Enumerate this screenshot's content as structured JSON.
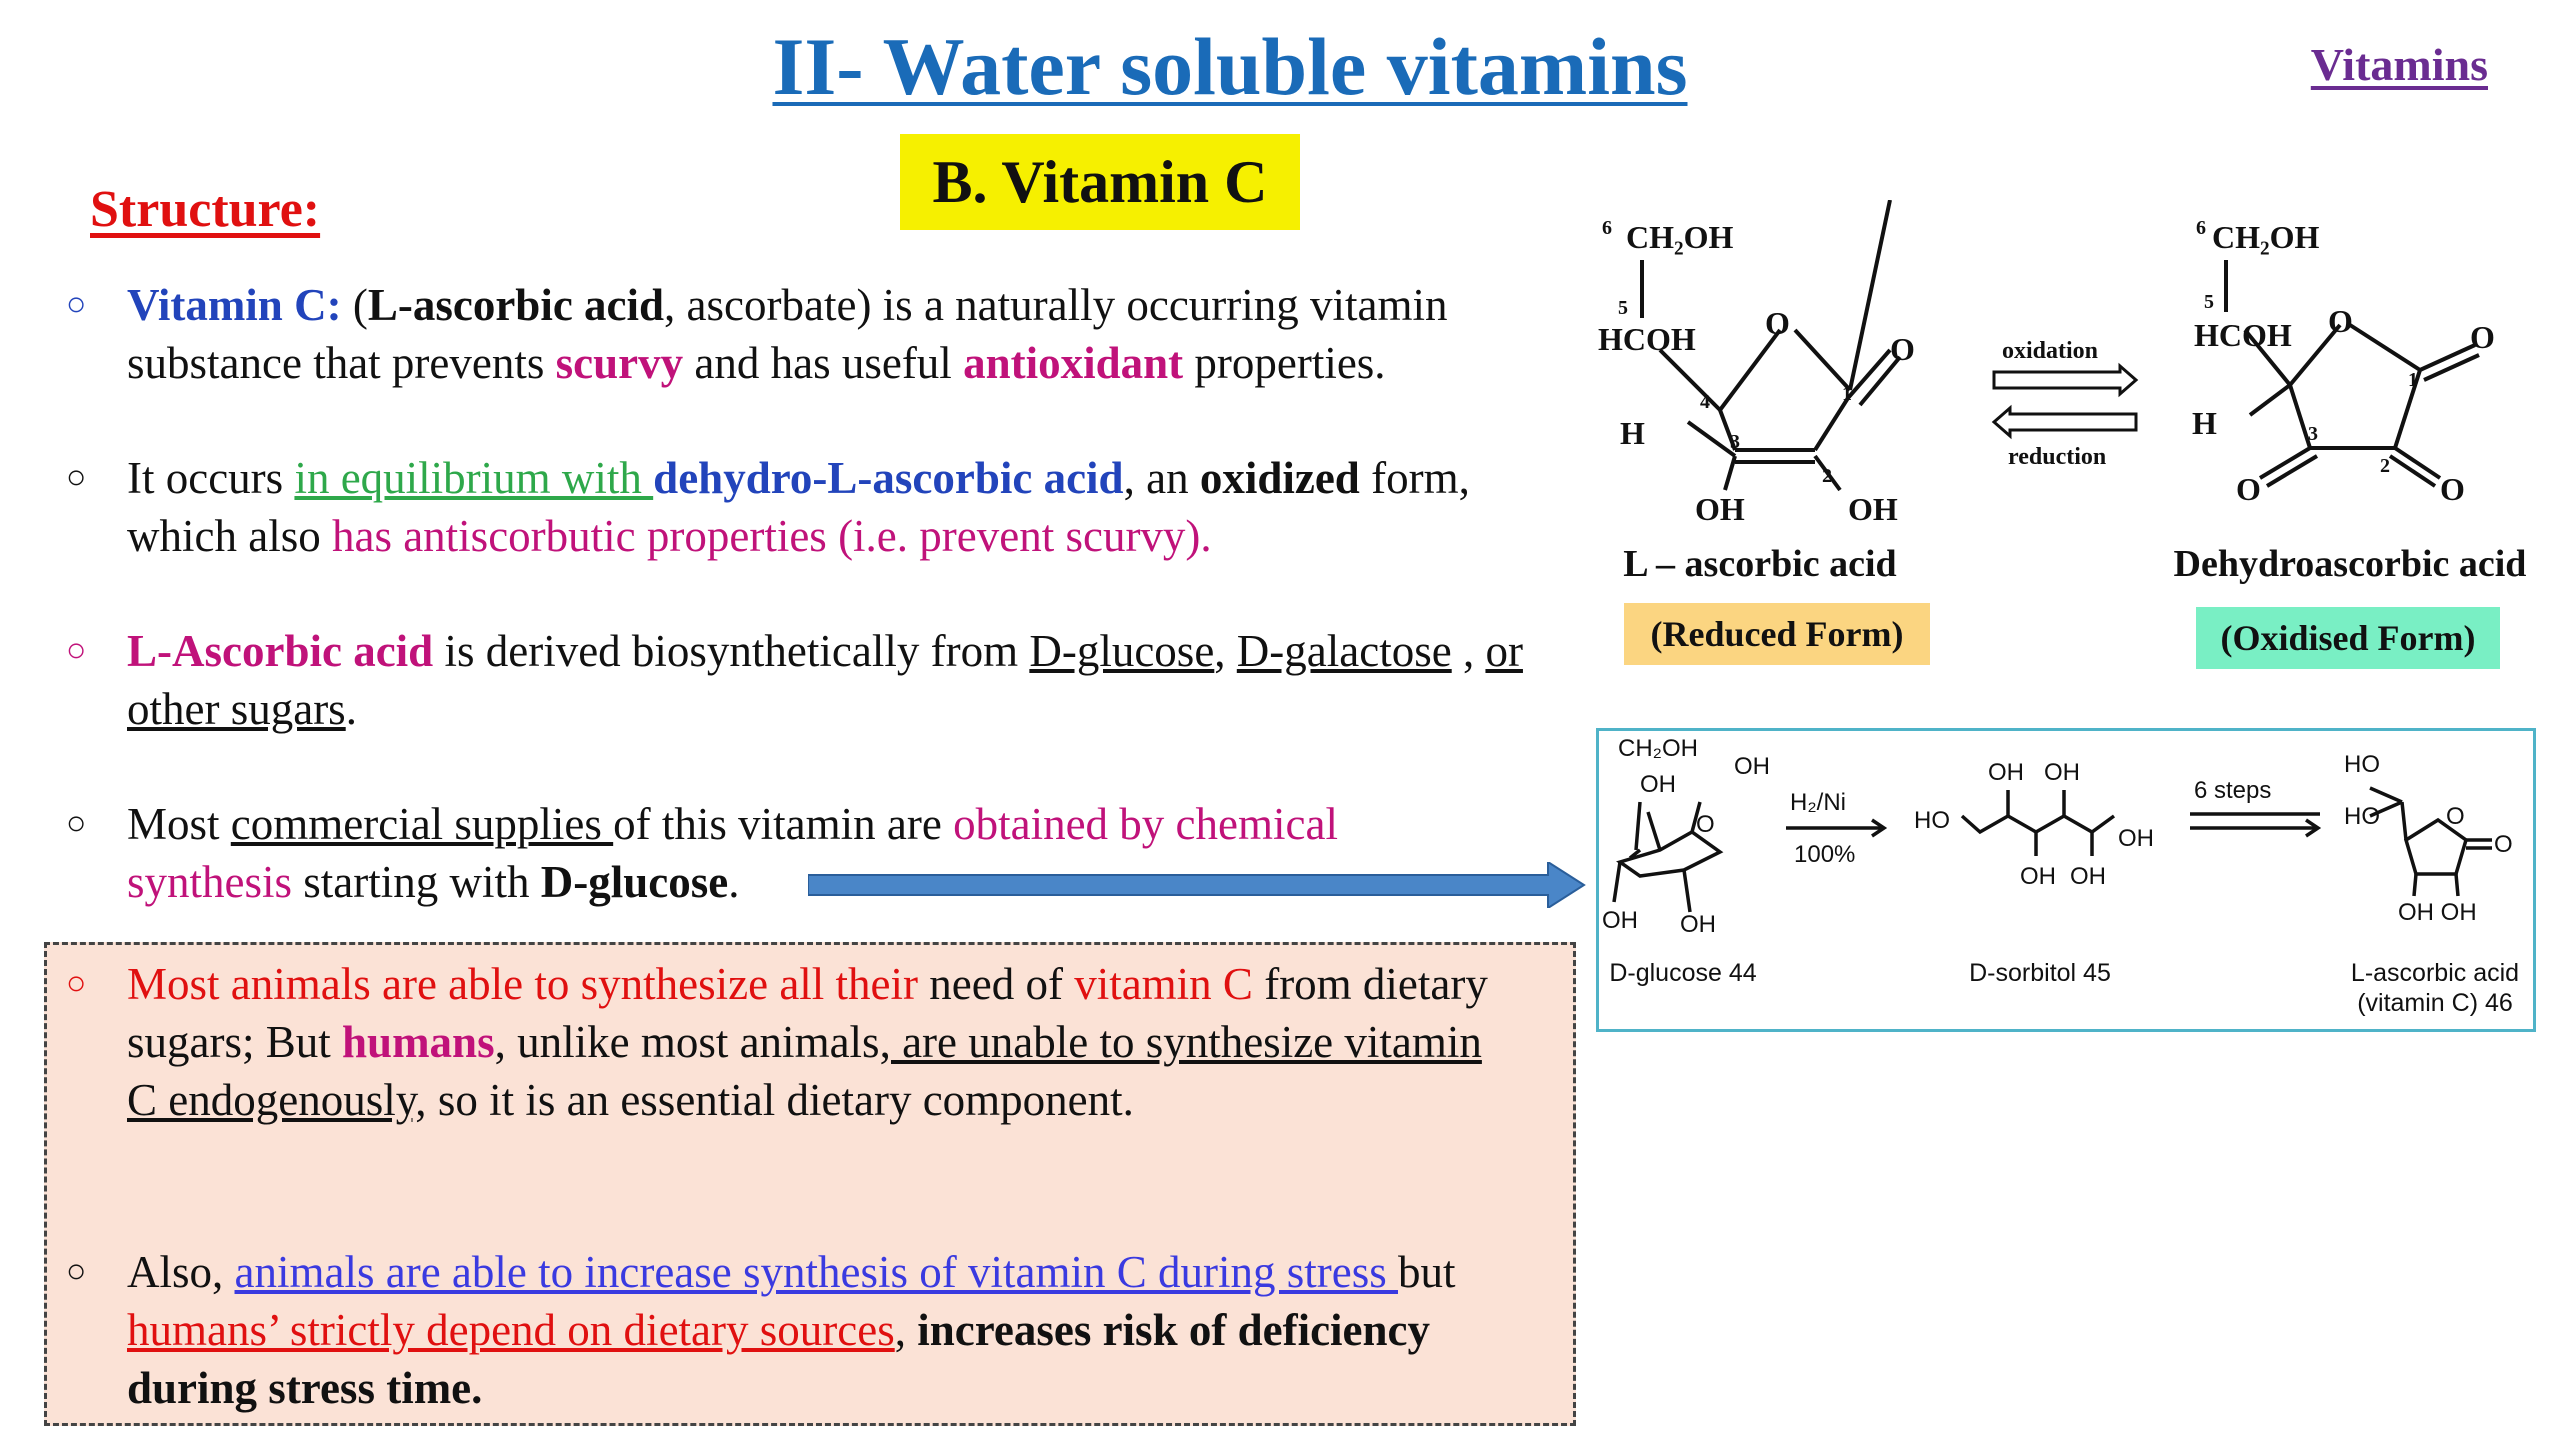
{
  "header": {
    "title": "II- Water soluble vitamins",
    "nav_link": "Vitamins",
    "subtitle": "B. Vitamin C"
  },
  "section_heading": "Structure:",
  "bullets": [
    {
      "p1": "Vitamin C:",
      "p2": " (",
      "p3": "L-ascorbic acid",
      "p4": ",  ascorbate) is a naturally occurring vitamin substance that prevents ",
      "p5": "scurvy",
      "p6": " and has useful ",
      "p7": "antioxidant",
      "p8": " properties."
    },
    {
      "p1": "It occurs ",
      "p2": "in equilibrium with ",
      "p3": "dehydro-L-ascorbic acid",
      "p4": ", an ",
      "p5": "oxidized",
      "p6": " form, which also ",
      "p7": "has antiscorbutic properties (i.e. prevent scurvy)."
    },
    {
      "p1": "L-Ascorbic acid",
      "p2": " is derived biosynthetically from ",
      "p3": "D-glucose",
      "p4": ", ",
      "p5": "D-galactose",
      "p6": " , ",
      "p7": "or other sugars",
      "p8": "."
    },
    {
      "p1": "Most ",
      "p2": "commercial supplies ",
      "p3": "of this vitamin are ",
      "p4": "obtained by chemical synthesis",
      "p5": " starting with ",
      "p6": "D-glucose",
      "p7": "."
    }
  ],
  "box_bullets": [
    {
      "p1": "Most animals are able to synthesize all their",
      "p2": " need of ",
      "p3": "vitamin C",
      "p4": " from dietary sugars;  But ",
      "p5": "humans",
      "p6": ", unlike most animals",
      "p7": ", are unable to synthesize vitamin C endogenously,",
      "p8": " so it is an essential dietary component."
    },
    {
      "p1": "Also, ",
      "p2": "animals are able to increase synthesis of vitamin C during stress ",
      "p3": "but ",
      "p4": "humans’ strictly depend on dietary sources",
      "p5": ", ",
      "p6": "increases risk of deficiency during stress time."
    }
  ],
  "diagram_top": {
    "left_name": "L – ascorbic acid",
    "right_name": "Dehydroascorbic acid",
    "left_form": "(Reduced Form)",
    "right_form": "(Oxidised Form)",
    "oxidation": "oxidation",
    "reduction": "reduction",
    "labels": {
      "ch2oh": "CH₂OH",
      "hcoh": "HCOH",
      "h": "H",
      "o": "O",
      "oh": "OH",
      "n6": "6",
      "n5": "5",
      "n4": "4",
      "n3": "3",
      "n2": "2",
      "n1": "1"
    }
  },
  "diagram_bottom": {
    "glucose": "D-glucose 44",
    "sorbitol": "D-sorbitol 45",
    "ascorbic": "L-ascorbic acid (vitamin C) 46",
    "reagent": "H₂/Ni",
    "yield": "100%",
    "steps": "6 steps",
    "labels": {
      "ch2oh": "CH₂OH",
      "oh": "OH",
      "o": "O",
      "ho": "HO",
      "ohoh": "OH OH"
    }
  },
  "colors": {
    "title": "#1a6bb8",
    "nav": "#6a2c91",
    "subtitle_bg": "#f6f000",
    "heading": "#e01010",
    "box_bg": "#fbe2d6",
    "arrow": "#4a86c8",
    "reduced_bg": "#fbd581",
    "oxidised_bg": "#79efc4",
    "border": "#4fb3c8"
  },
  "icons": [
    "bullet-circle-icon",
    "right-arrow-icon"
  ]
}
